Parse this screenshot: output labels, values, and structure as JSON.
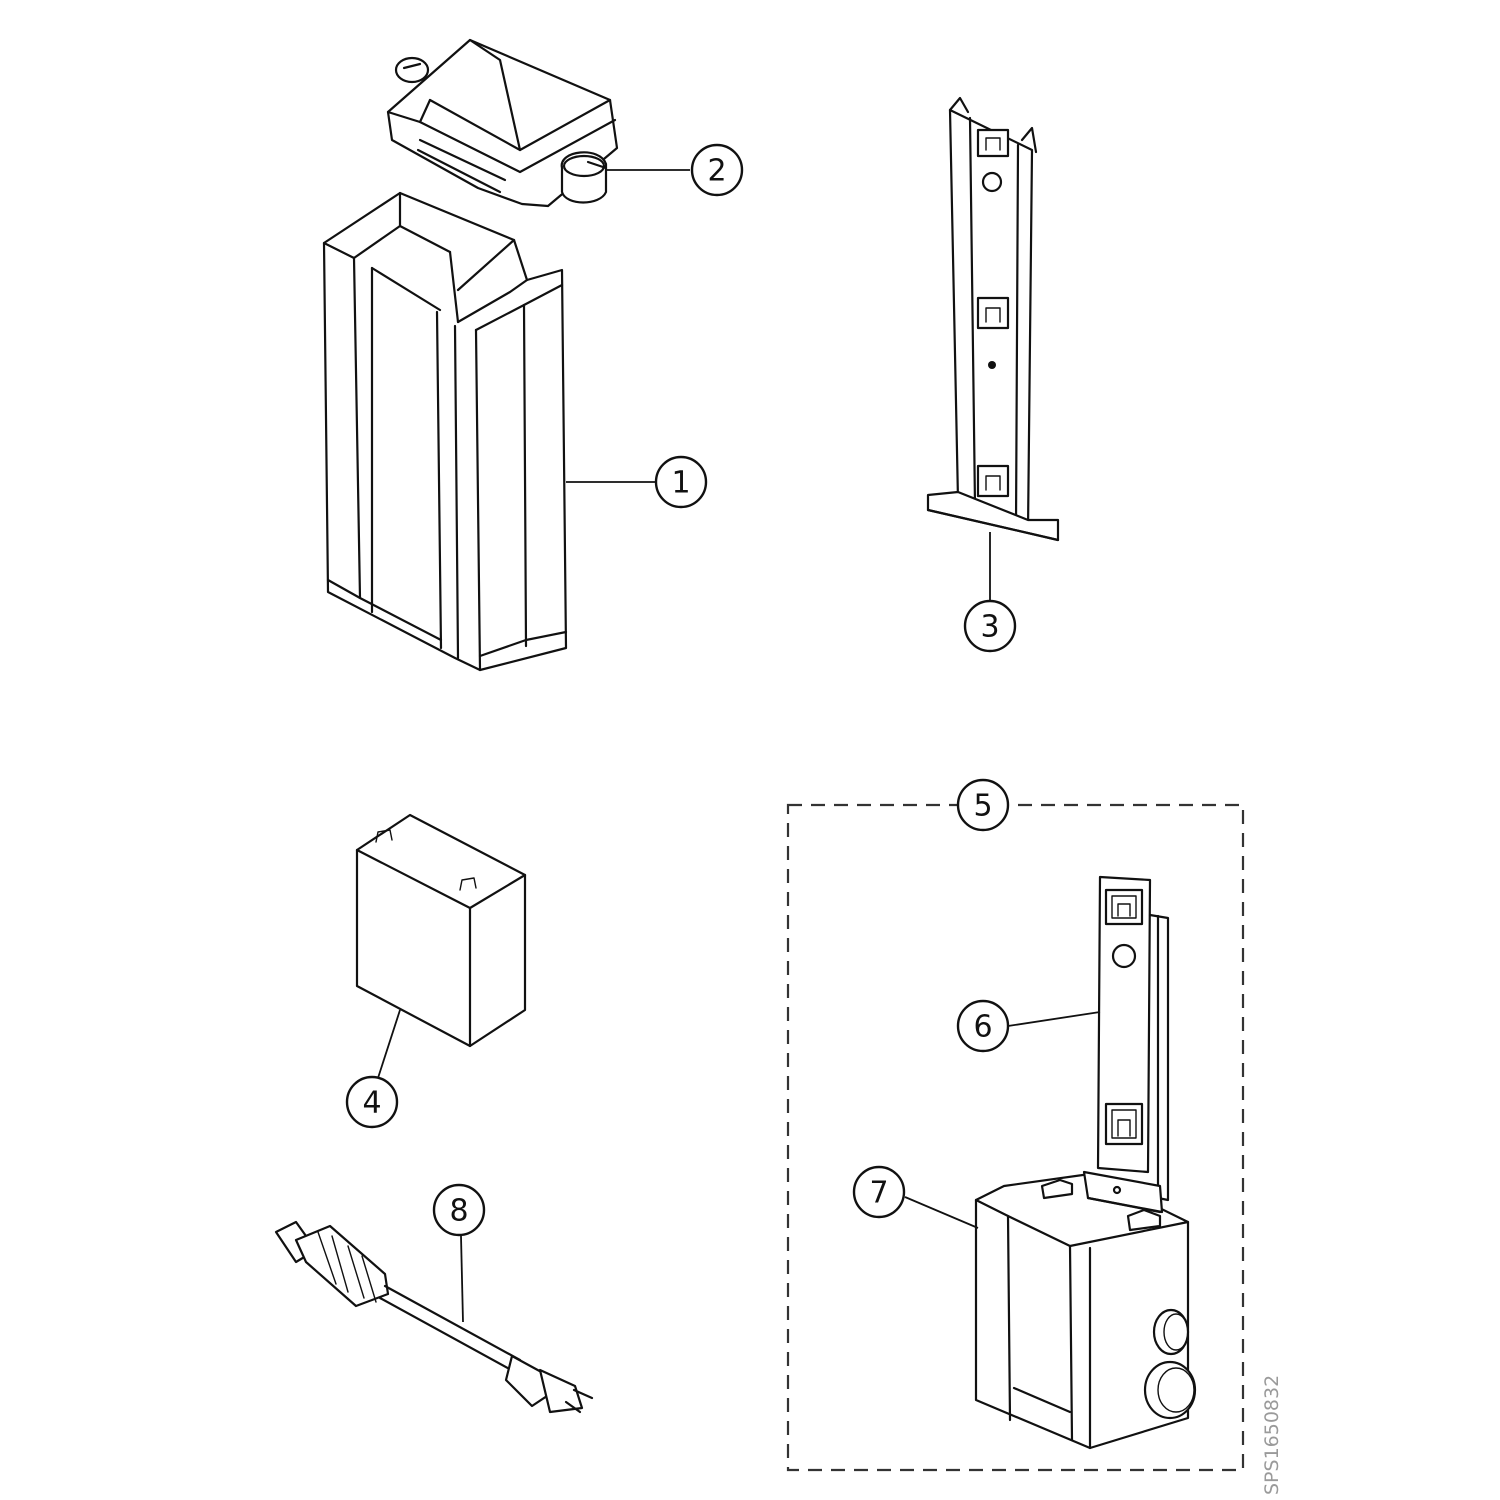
{
  "callouts": [
    {
      "id": "1",
      "label": "1"
    },
    {
      "id": "2",
      "label": "2"
    },
    {
      "id": "3",
      "label": "3"
    },
    {
      "id": "4",
      "label": "4"
    },
    {
      "id": "5",
      "label": "5"
    },
    {
      "id": "6",
      "label": "6"
    },
    {
      "id": "7",
      "label": "7"
    },
    {
      "id": "8",
      "label": "8"
    }
  ],
  "figure_code": "SPS1650832"
}
